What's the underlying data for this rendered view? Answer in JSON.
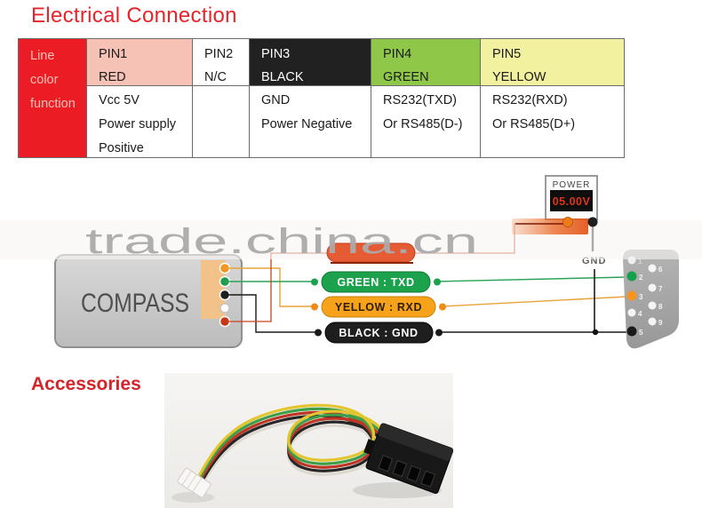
{
  "title": "Electrical Connection",
  "table": {
    "label_bg": "#ec1c24",
    "row_labels": [
      "Line",
      "color",
      "function"
    ],
    "columns": [
      {
        "pin": "PIN1",
        "color_name": "RED",
        "header_bg": "#f6c2b6",
        "functions": [
          "Vcc 5V",
          "Power supply",
          "Positive"
        ]
      },
      {
        "pin": "PIN2",
        "color_name": "N/C",
        "header_bg": "#ffffff",
        "functions": []
      },
      {
        "pin": "PIN3",
        "color_name": "BLACK",
        "header_bg": "#212121",
        "functions": [
          "GND",
          "Power Negative"
        ]
      },
      {
        "pin": "PIN4",
        "color_name": "GREEN",
        "header_bg": "#8fc749",
        "functions": [
          "RS232(TXD)",
          "Or RS485(D-)"
        ]
      },
      {
        "pin": "PIN5",
        "color_name": "YELLOW",
        "header_bg": "#f1f1a0",
        "functions": [
          "RS232(RXD)",
          "Or RS485(D+)"
        ]
      }
    ]
  },
  "diagram": {
    "module_label": "COMPASS",
    "power_meter": {
      "label": "POWER",
      "value": "05.00V",
      "value_color": "#e03418"
    },
    "gnd_label": "GND",
    "wire_labels": [
      {
        "text": "GREEN : TXD",
        "bg": "#1ca14d",
        "fg": "#ffffff"
      },
      {
        "text": "YELLOW : RXD",
        "bg": "#f6a21b",
        "fg": "#2e1e00"
      },
      {
        "text": "BLACK : GND",
        "bg": "#1e1e1e",
        "fg": "#ffffff"
      }
    ],
    "wire_colors": {
      "red": "#c8441e",
      "green": "#2aa356",
      "yellow": "#e8a23c",
      "black": "#1a1a1a"
    },
    "connector_pins_left": [
      "1",
      "2",
      "3",
      "4",
      "5"
    ],
    "connector_pins_right": [
      "6",
      "7",
      "8",
      "9"
    ],
    "watermark": "trade.china.cn"
  },
  "accessories": {
    "heading": "Accessories"
  }
}
